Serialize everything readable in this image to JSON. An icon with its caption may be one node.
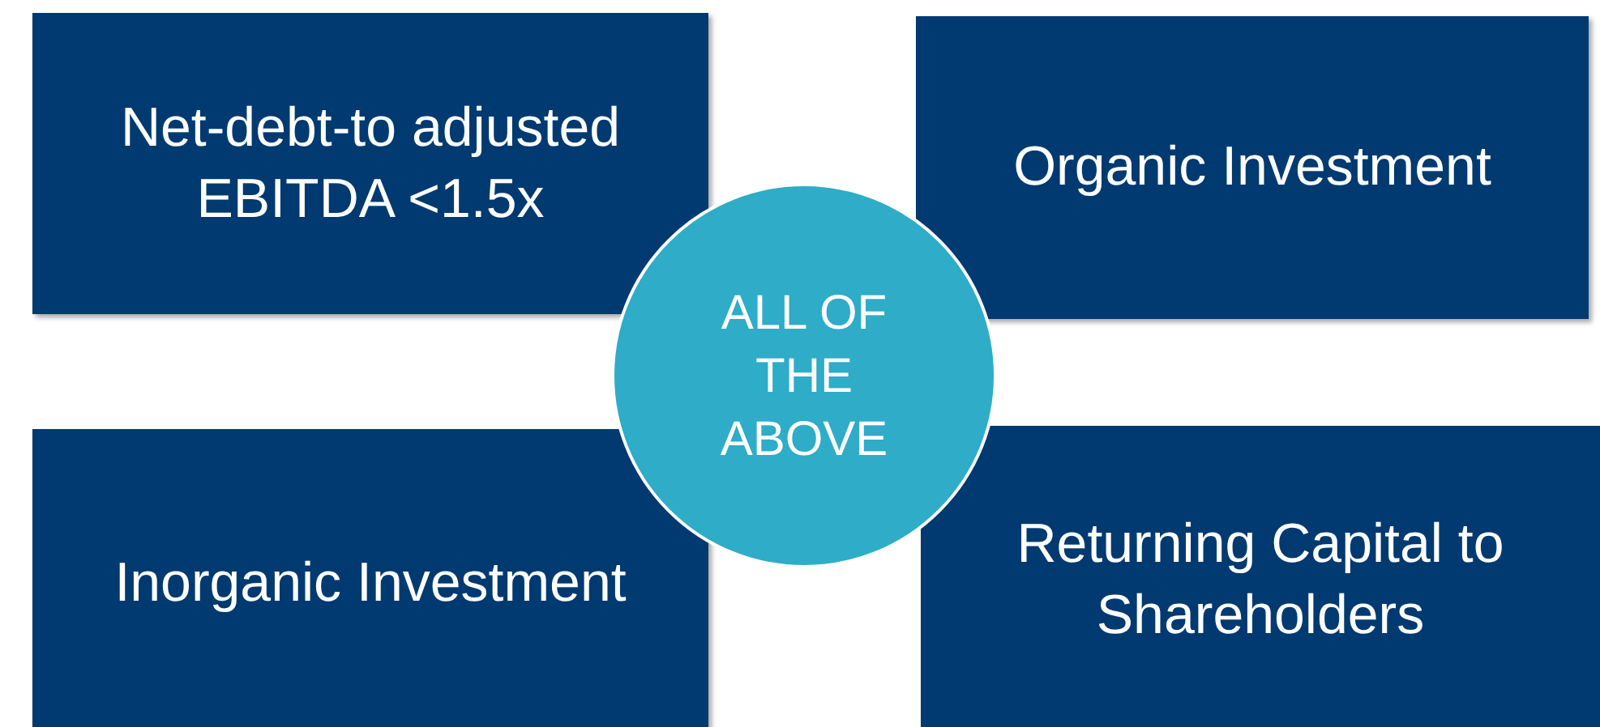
{
  "diagram": {
    "nodes": [
      {
        "text": [
          "Net-debt-to adjusted EBITDA <1.5x"
        ]
      },
      {
        "text": [
          "Organic Investment"
        ]
      },
      {
        "text": [
          "ALL OF THE ABOVE"
        ]
      },
      {
        "text": [
          "Inorganic Investment"
        ]
      },
      {
        "text": [
          "Returning Capital to Shareholders"
        ]
      }
    ]
  }
}
